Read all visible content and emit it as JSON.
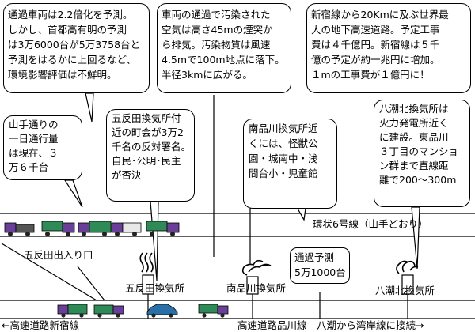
{
  "callouts": {
    "traffic_forecast": "通過車両は2.2倍化を予測。\nしかし、首都高有明の予測\nは3万6000台が5万3758台と\n予測をはるかに上回るなど、\n環境影響評価は不鮮明。",
    "exhaust": "車両の通過で汚染された\n空気は高さ45mの煙突か\nら排気。汚染物質は風速\n4.5mで100m地点に落下。\n半径3kmに広がる。",
    "cost": "新宿線から20Kmに及ぶ世界最\n大の地下高速道路。予定工事\n費は４千億円。新宿線は５千\n億の予定が約一兆円に増加。\n１mの工事費が１億円に！",
    "yamate_traffic": "山手通りの\n一日通行量\nは現在、３\n万６千台",
    "gotanda_petition": "五反田換気所付\n近の町会が3万2\n千名の反対署名。\n自民･公明･民主\nが否決",
    "minamishinagawa": "南品川換気所近\nくには、怪獣公\n園・城南中・浅\n間台小・児童館",
    "yashio_north": "八潮北換気所は\n火力発電所近く\nに建設。東品川\n３丁目のマンショ\nン群まで直線距\n離で200～300m",
    "traffic_prediction": "通過予測\n5万1000台"
  },
  "labels": {
    "kanjo6": "環状6号線（山手どおり）",
    "gotanda_ramp": "五反田出入り口",
    "gotanda_vent": "五反田換気所",
    "minamishinagawa_vent": "南品川換気所",
    "yashio_vent": "八潮北換気所",
    "shinjuku_line": "←高速道路新宿線",
    "shinagawa_line": "高速道路品川線　八潮から湾岸線に接続→"
  },
  "colors": {
    "truck_cab": "#6a3f97",
    "truck_bed": "#2e8b57",
    "car_body": "#2a6fa8"
  }
}
